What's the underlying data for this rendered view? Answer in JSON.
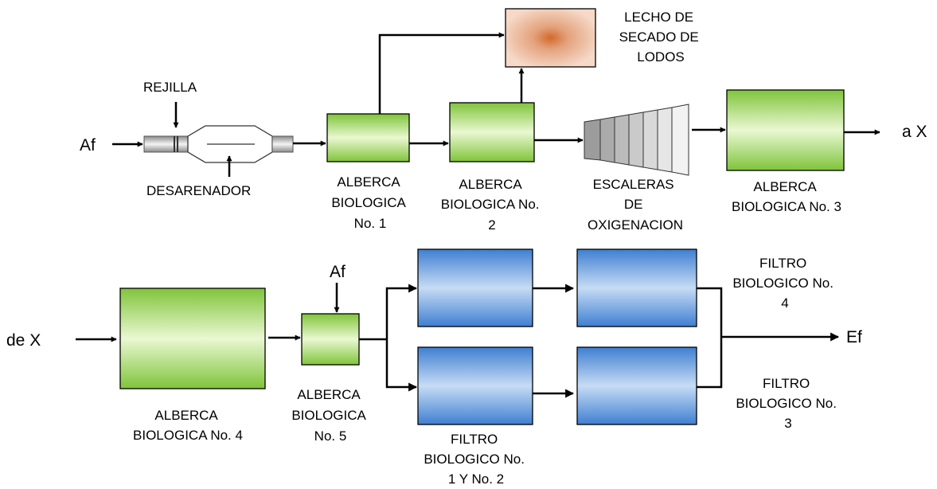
{
  "labels": {
    "af_in": "Af",
    "rejilla": "REJILLA",
    "desarenador": "DESARENADOR",
    "lecho": [
      "LECHO DE",
      "SECADO DE",
      "LODOS"
    ],
    "alberca1": [
      "ALBERCA",
      "BIOLOGICA",
      "No. 1"
    ],
    "alberca2": [
      "ALBERCA",
      "BIOLOGICA No.",
      "2"
    ],
    "escaleras": [
      "ESCALERAS",
      "DE",
      "OXIGENACION"
    ],
    "alberca3": [
      "ALBERCA",
      "BIOLOGICA No. 3"
    ],
    "a_x": "a X",
    "de_x": "de  X",
    "alberca4": [
      "ALBERCA",
      "BIOLOGICA No. 4"
    ],
    "af_top": "Af",
    "alberca5": [
      "ALBERCA",
      "BIOLOGICA",
      "No. 5"
    ],
    "filtro12": [
      "FILTRO",
      "BIOLOGICO No.",
      "1 Y No. 2"
    ],
    "filtro4": [
      "FILTRO",
      "BIOLOGICO No.",
      "4"
    ],
    "filtro3": [
      "FILTRO",
      "BIOLOGICO No.",
      "3"
    ],
    "ef": "Ef"
  },
  "colors": {
    "green_light": "#eaf8d2",
    "green_dark": "#7fc43a",
    "blue_light": "#c6dcf4",
    "blue_dark": "#3f7fd0",
    "lecho_outer": "#f6d9c8",
    "lecho_inner": "#d2692a"
  }
}
